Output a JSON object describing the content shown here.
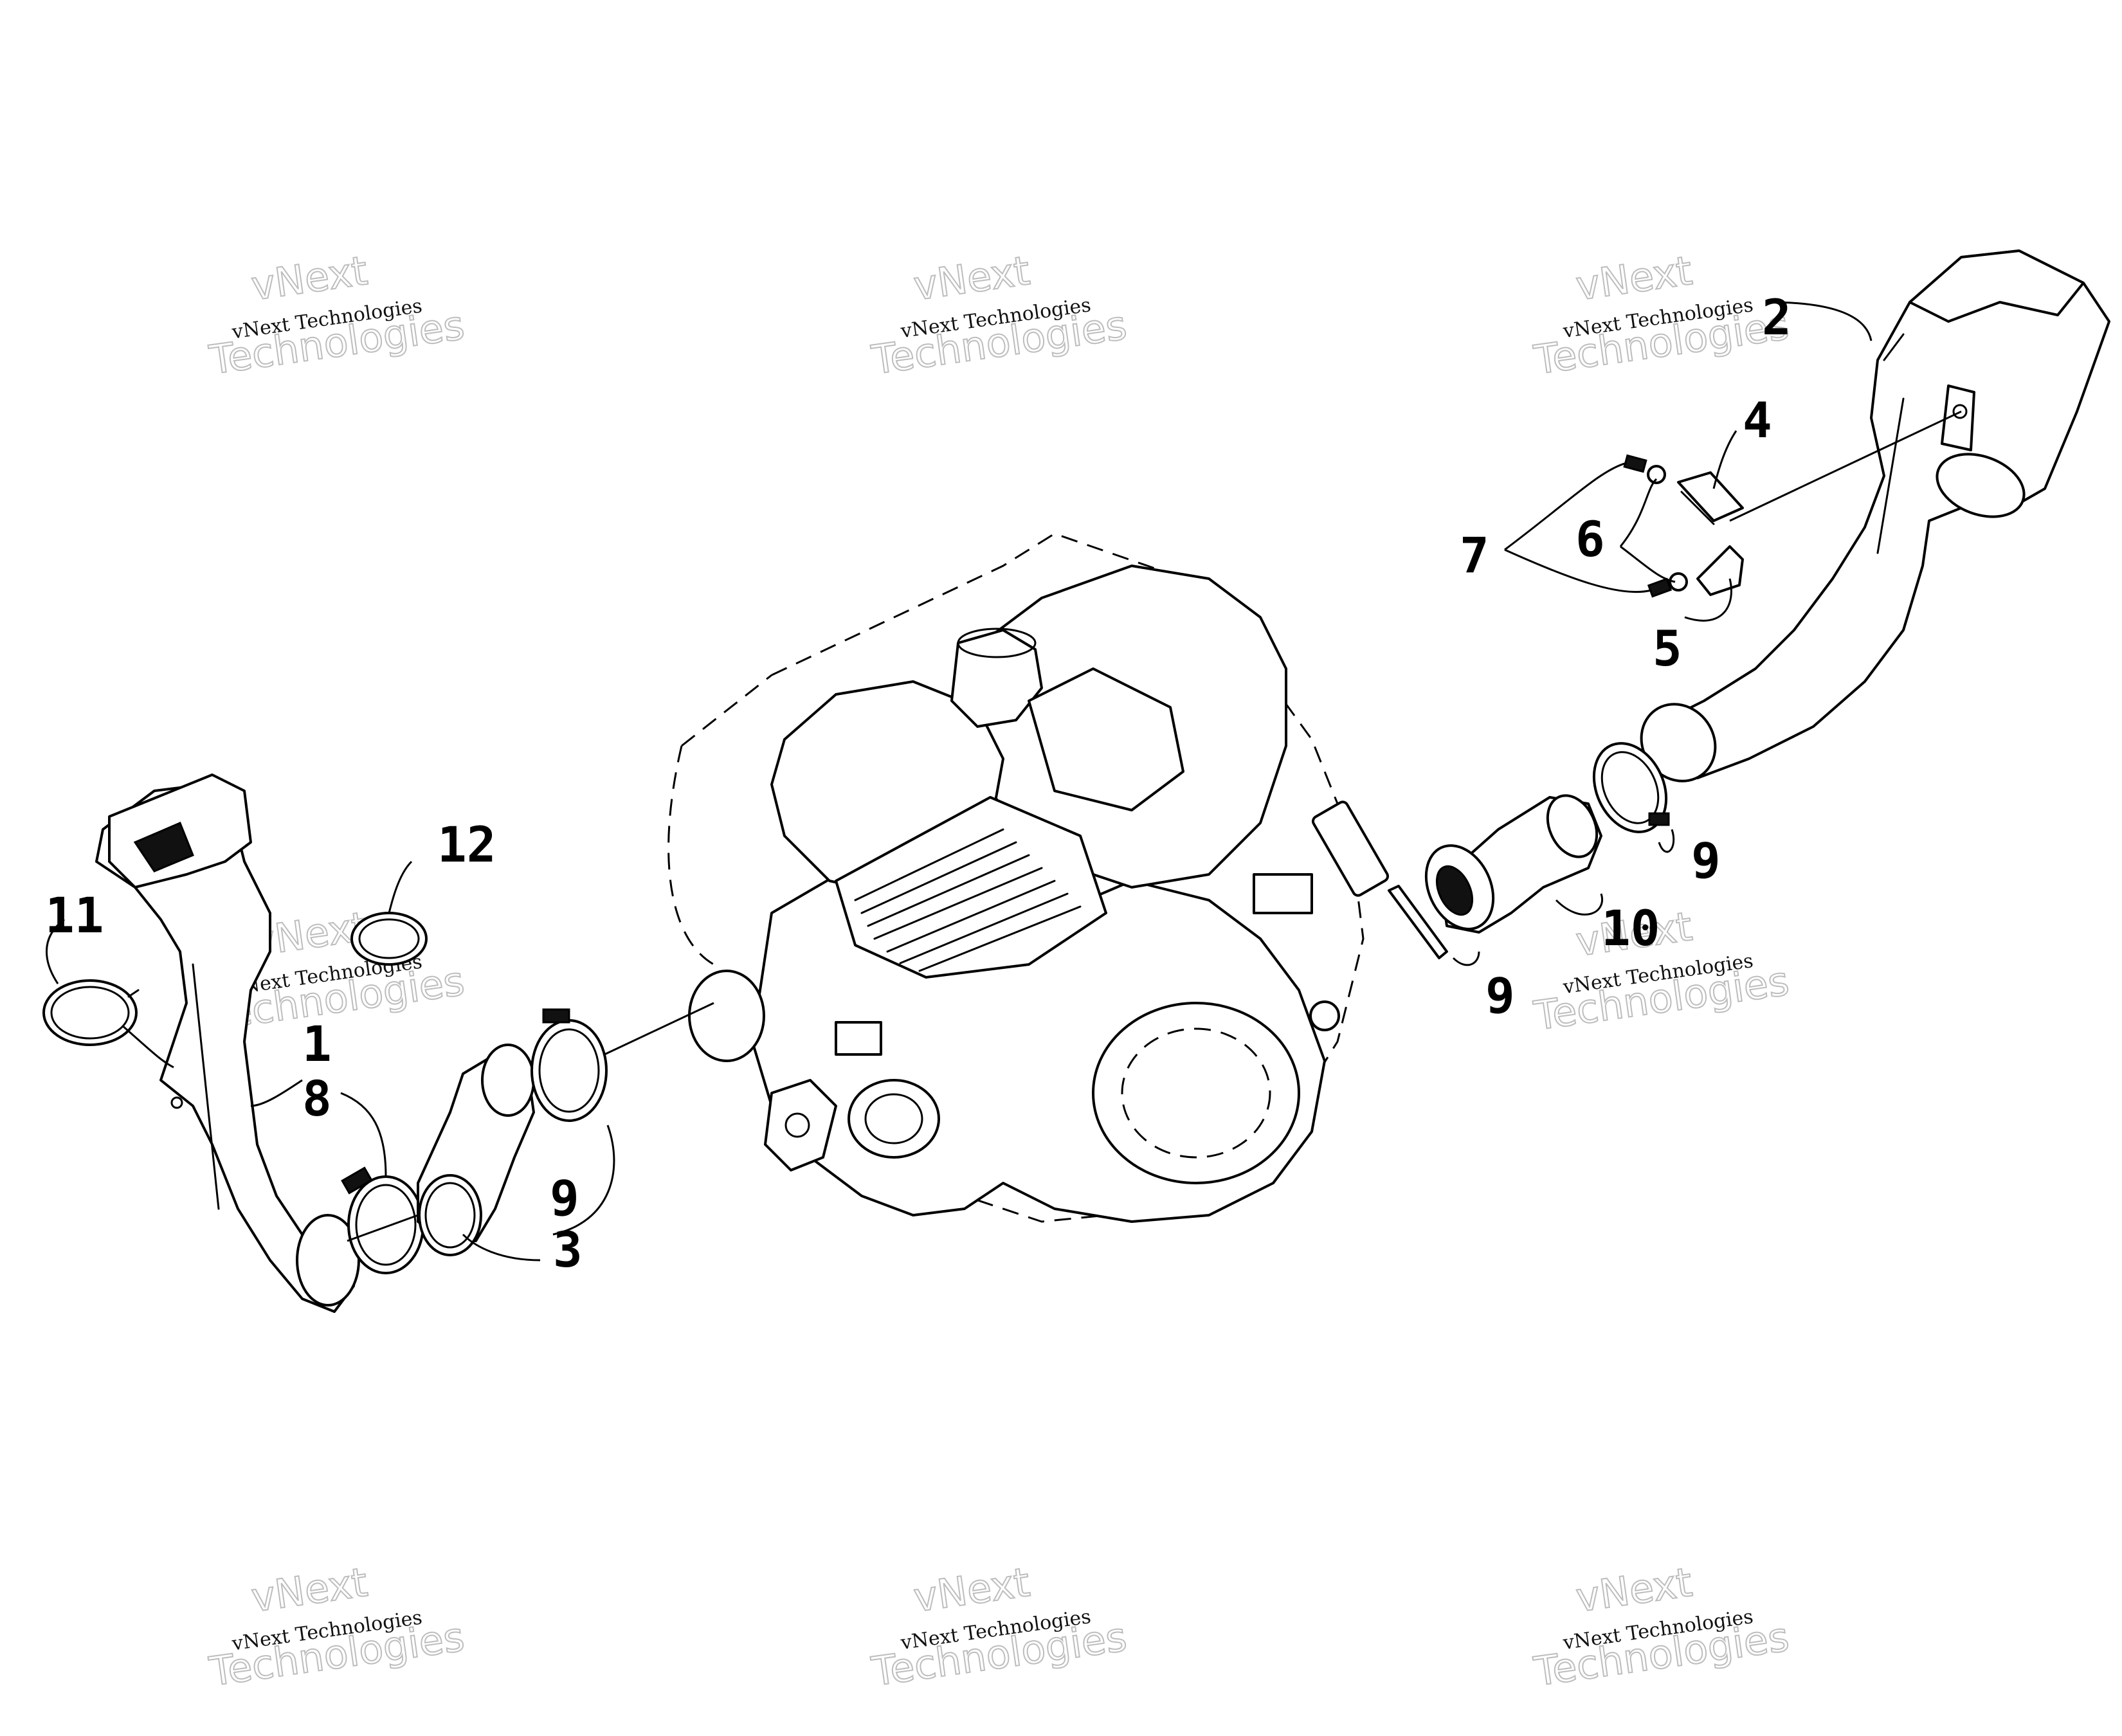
{
  "watermark": {
    "line1": "vNext",
    "line2": "Technologies",
    "small": "vNext Technologies"
  },
  "callouts": {
    "c1": "1",
    "c2": "2",
    "c3": "3",
    "c4": "4",
    "c5": "5",
    "c6": "6",
    "c7": "7",
    "c8": "8",
    "c9": "9",
    "c10": "10",
    "c11": "11",
    "c12": "12"
  }
}
